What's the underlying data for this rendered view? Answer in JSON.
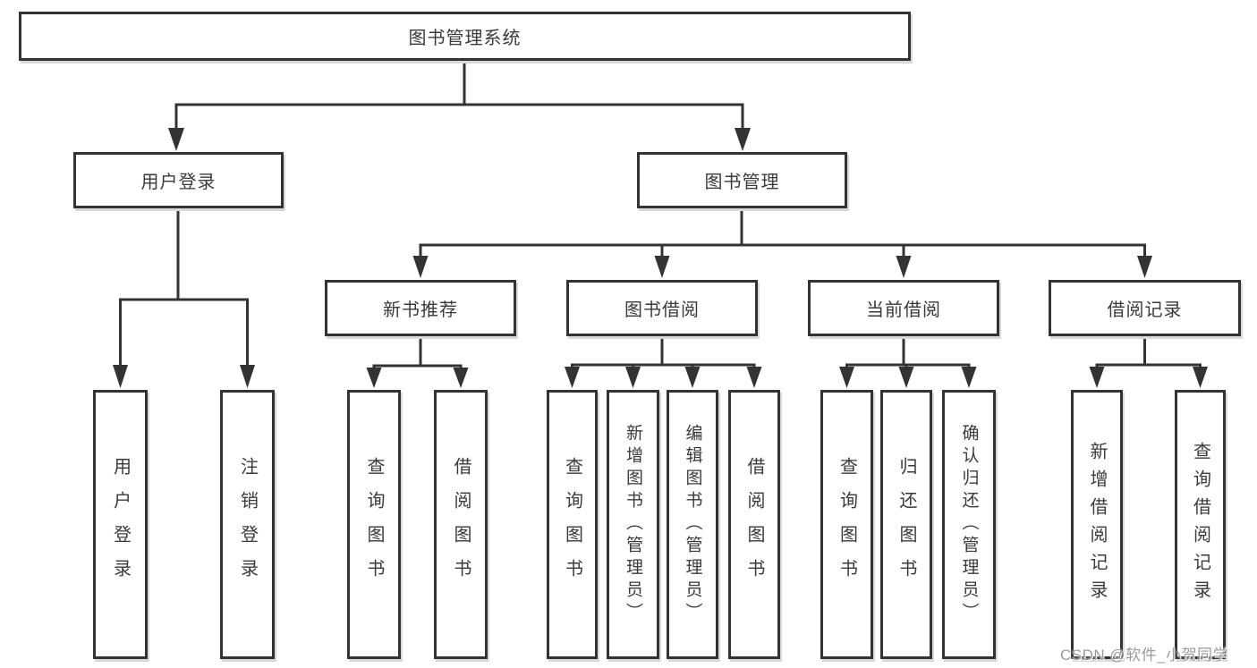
{
  "diagram_title": "图书管理系统",
  "tree": {
    "label": "图书管理系统",
    "children": [
      {
        "label": "用户登录",
        "children": [
          {
            "label": "用户登录"
          },
          {
            "label": "注销登录"
          }
        ]
      },
      {
        "label": "图书管理",
        "children": [
          {
            "label": "新书推荐",
            "children": [
              {
                "label": "查询图书"
              },
              {
                "label": "借阅图书"
              }
            ]
          },
          {
            "label": "图书借阅",
            "children": [
              {
                "label": "查询图书"
              },
              {
                "label": "新增图书（管理员）"
              },
              {
                "label": "编辑图书（管理员）"
              },
              {
                "label": "借阅图书"
              }
            ]
          },
          {
            "label": "当前借阅",
            "children": [
              {
                "label": "查询图书"
              },
              {
                "label": "归还图书"
              },
              {
                "label": "确认归还（管理员）"
              }
            ]
          },
          {
            "label": "借阅记录",
            "children": [
              {
                "label": "新增借阅记录"
              },
              {
                "label": "查询借阅记录"
              }
            ]
          }
        ]
      }
    ]
  },
  "watermark": {
    "text": "CSDN @软件_小贺同学",
    "color": "#9b9b9b"
  },
  "colors": {
    "line": "#333333",
    "box_border": "#333333",
    "box_fill": "#ffffff",
    "text": "#3a3a3a",
    "shadow": "#d9d9d9"
  }
}
